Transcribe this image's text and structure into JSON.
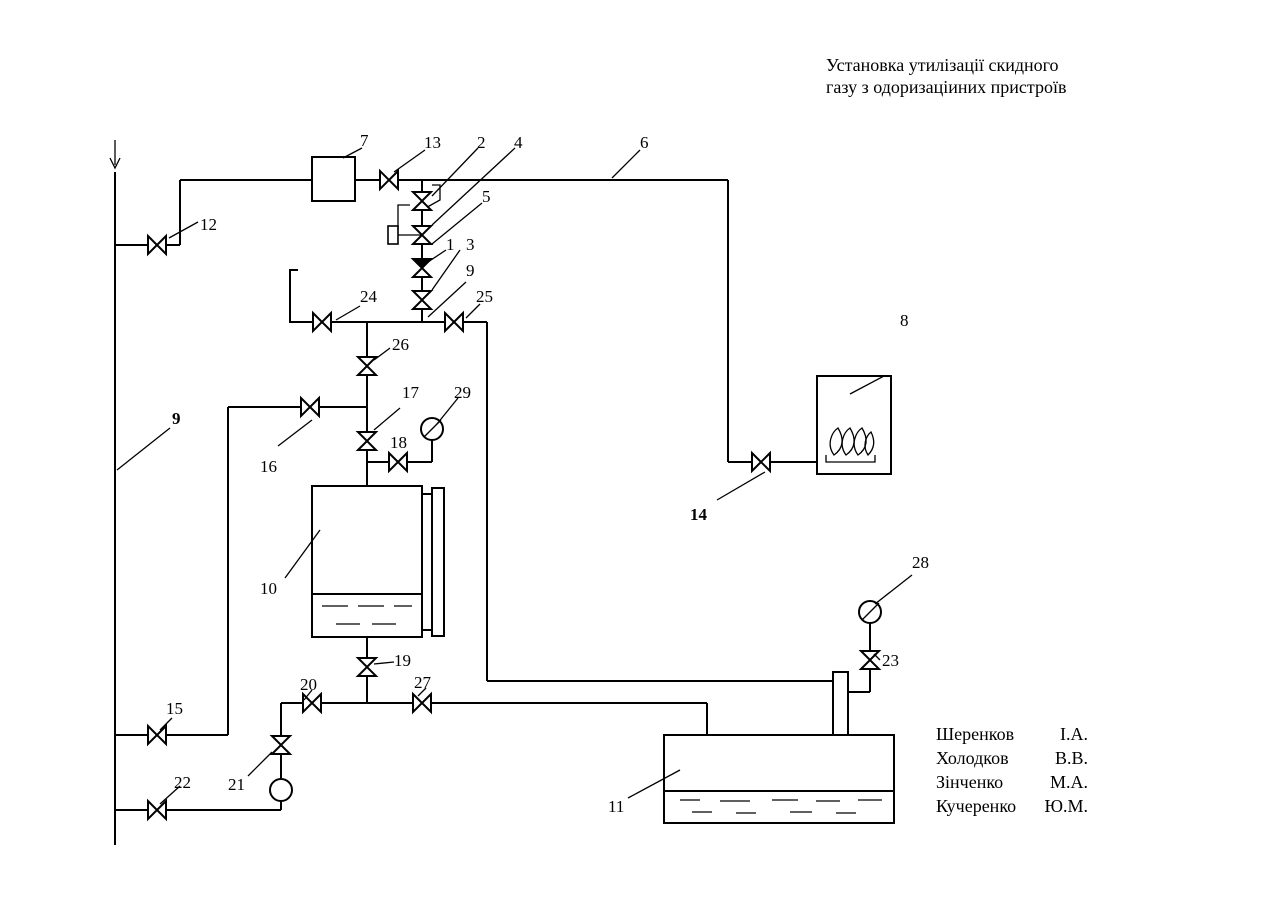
{
  "title": {
    "line1": "Установка утилізації скидного",
    "line2": "газу з одоризаціиних пристроїв"
  },
  "authors": [
    {
      "name": "Шеренков",
      "initials": "І.А."
    },
    {
      "name": "Холодков",
      "initials": "В.В."
    },
    {
      "name": "Зінченко",
      "initials": "М.А."
    },
    {
      "name": "Кучеренко",
      "initials": "Ю.М."
    }
  ],
  "labels": {
    "n1": "1",
    "n2": "2",
    "n3": "3",
    "n4": "4",
    "n5": "5",
    "n6": "6",
    "n7": "7",
    "n8": "8",
    "n9_main": "9",
    "n9_small": "9",
    "n10": "10",
    "n11": "11",
    "n12": "12",
    "n13": "13",
    "n14": "14",
    "n15": "15",
    "n16": "16",
    "n17": "17",
    "n18": "18",
    "n19": "19",
    "n20": "20",
    "n21": "21",
    "n22": "22",
    "n23": "23",
    "n24": "24",
    "n25": "25",
    "n26": "26",
    "n27": "27",
    "n28": "28",
    "n29": "29"
  }
}
